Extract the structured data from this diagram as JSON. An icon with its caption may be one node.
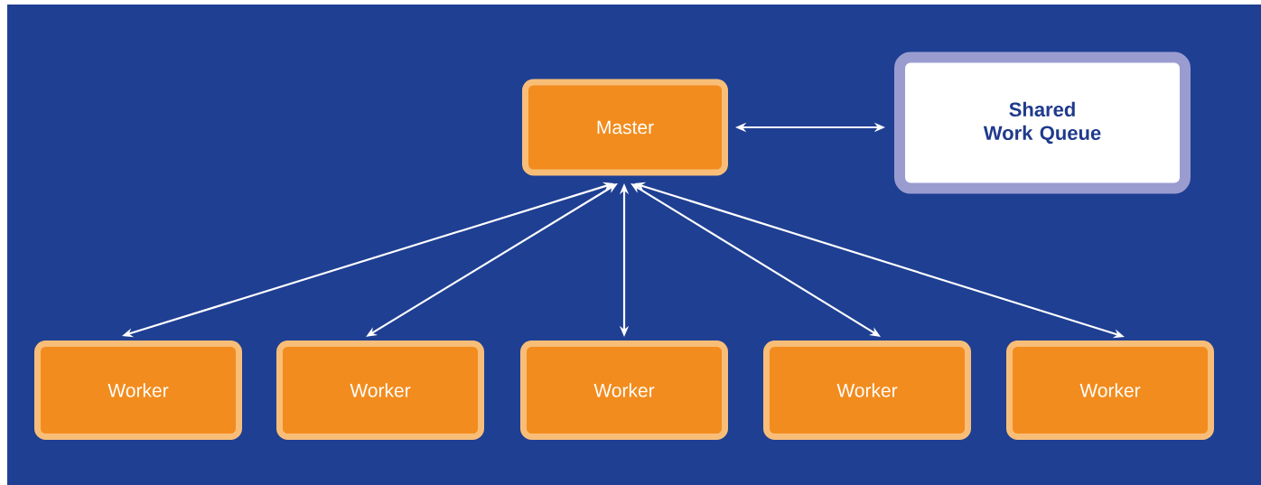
{
  "diagram": {
    "nodes": [
      {
        "text": [
          "Master"
        ]
      },
      {
        "text": [
          "Shared Work Queue"
        ]
      },
      {
        "text": [
          "Worker"
        ]
      },
      {
        "text": [
          "Worker"
        ]
      },
      {
        "text": [
          "Worker"
        ]
      },
      {
        "text": [
          "Worker"
        ]
      },
      {
        "text": [
          "Worker"
        ]
      }
    ],
    "edges": [
      {
        "from": 0,
        "to": 1,
        "arrow": "both"
      },
      {
        "from": 0,
        "to": 2,
        "arrow": "both"
      },
      {
        "from": 0,
        "to": 3,
        "arrow": "both"
      },
      {
        "from": 0,
        "to": 4,
        "arrow": "both"
      },
      {
        "from": 0,
        "to": 5,
        "arrow": "both"
      },
      {
        "from": 0,
        "to": 6,
        "arrow": "both"
      }
    ]
  }
}
